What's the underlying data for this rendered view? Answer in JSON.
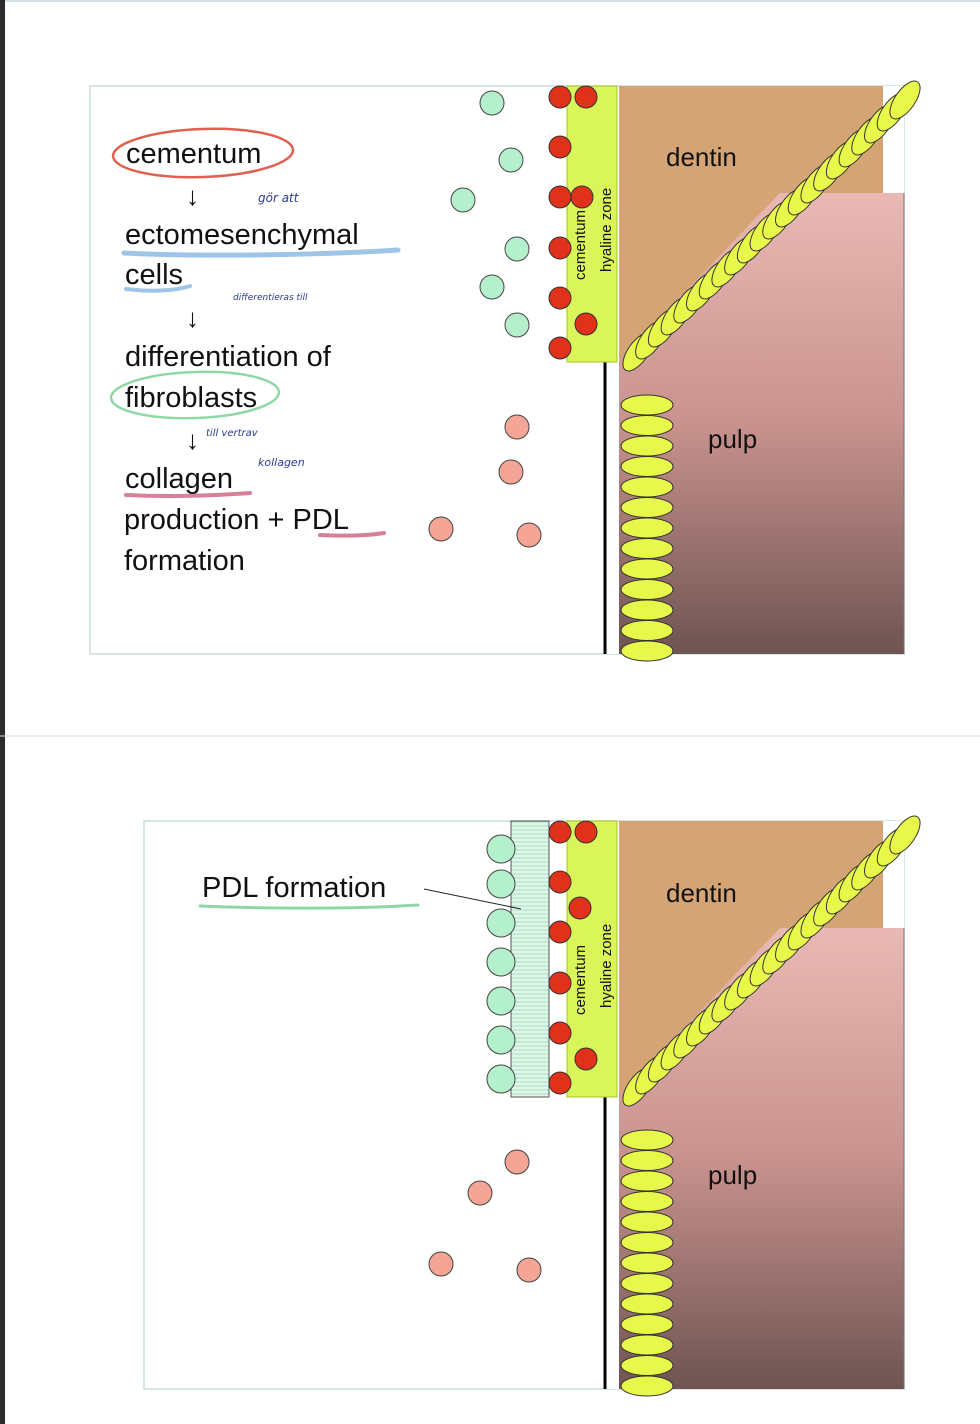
{
  "slide1": {
    "steps": {
      "cementum": "cementum",
      "ectomesenchymal_1": "ectomesenchymal",
      "ectomesenchymal_2": "cells",
      "differentiation_1": "differentiation of",
      "differentiation_2": "fibroblasts",
      "collagen": "collagen",
      "production": "production + PDL",
      "formation": "formation"
    },
    "handwritten_notes": {
      "note_1": "gör att",
      "note_2": "differentieras till",
      "note_3": "till vertrav",
      "note_4": "kollagen"
    },
    "arrow_glyph": "↓",
    "tooth_labels": {
      "dentin": "dentin",
      "pulp": "pulp",
      "cementum": "cementum",
      "hyaline_zone": "hyaline zone"
    }
  },
  "slide2": {
    "callout": "PDL formation",
    "tooth_labels": {
      "dentin": "dentin",
      "pulp": "pulp",
      "cementum": "cementum",
      "hyaline_zone": "hyaline zone"
    }
  },
  "colors": {
    "dentin": "#d4a474",
    "pulp_top": "#e9b8b3",
    "pulp_bottom": "#6e5452",
    "hyaline": "#d9f55a",
    "cementoblast": "#e0321a",
    "mesenchymal_cell": "#b4f0cc",
    "fibroblast_precursor": "#f4a596",
    "odontoblast": "#e8f84a",
    "underline_red": "#e06050",
    "underline_blue": "#9ec4e8",
    "underline_green": "#8ed8a6",
    "underline_pink": "#d88098"
  }
}
